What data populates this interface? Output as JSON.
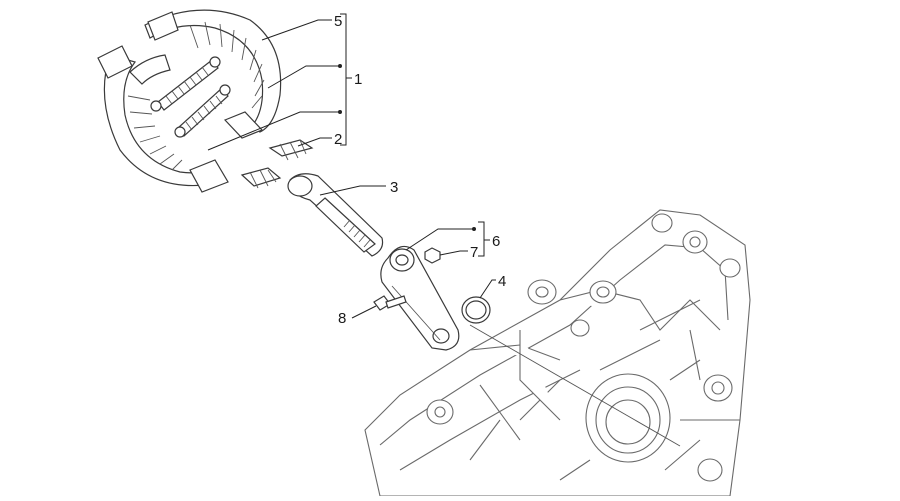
{
  "callouts": {
    "c1": "1",
    "c2": "2",
    "c3": "3",
    "c4": "4",
    "c5": "5",
    "c6": "6",
    "c7": "7",
    "c8": "8"
  },
  "colors": {
    "line": "#3a3a3a",
    "case_line": "#6a6a6a",
    "background": "#ffffff"
  }
}
